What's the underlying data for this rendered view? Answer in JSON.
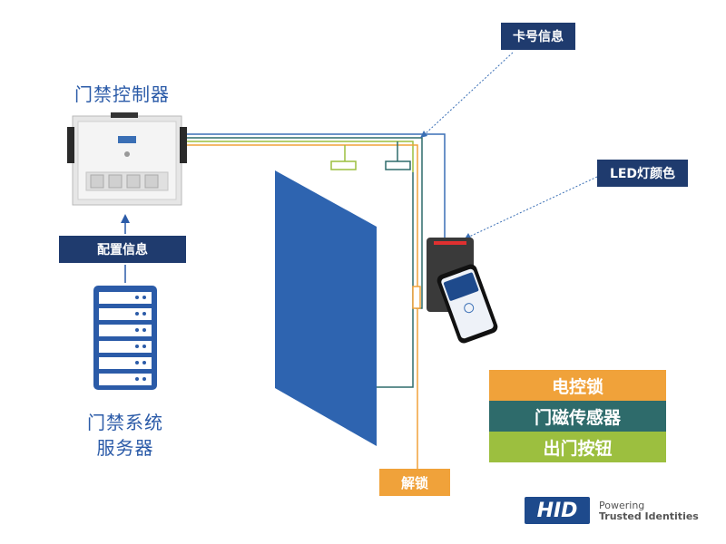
{
  "controller": {
    "title": "门禁控制器"
  },
  "config_label": "配置信息",
  "server": {
    "title_line1": "门禁系统",
    "title_line2": "服务器"
  },
  "card_info_label": "卡号信息",
  "led_label": "LED灯颜色",
  "unlock_label": "解锁",
  "legend": [
    {
      "label": "电控锁",
      "color": "#f0a23a"
    },
    {
      "label": "门磁传感器",
      "color": "#2e6b6b"
    },
    {
      "label": "出门按钮",
      "color": "#9cbf3f"
    }
  ],
  "hid": {
    "logo": "HID",
    "tagline_1": "Powering",
    "tagline_2": "Trusted Identities"
  },
  "colors": {
    "navy": "#1f3b6e",
    "door_blue": "#2e64b0",
    "wire_orange": "#f0a23a",
    "wire_green": "#9cbf3f",
    "wire_teal": "#2e6b6b",
    "wire_blue": "#3a6fb5"
  }
}
